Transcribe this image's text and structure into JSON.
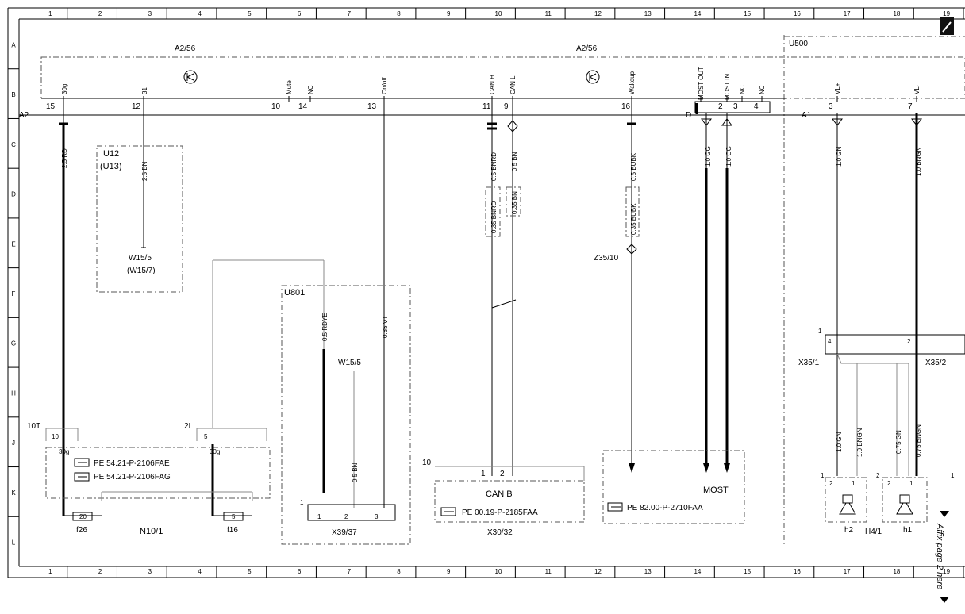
{
  "grid": {
    "columns": [
      "1",
      "2",
      "3",
      "4",
      "5",
      "6",
      "7",
      "8",
      "9",
      "10",
      "11",
      "12",
      "13",
      "14",
      "15",
      "16",
      "17",
      "18",
      "19"
    ],
    "rows": [
      "A",
      "B",
      "C",
      "D",
      "E",
      "F",
      "G",
      "H",
      "J",
      "K",
      "L"
    ]
  },
  "components": {
    "a2_56_left": "A2/56",
    "a2_56_right": "A2/56",
    "a2": "A2",
    "u500": "U500",
    "a1": "A1",
    "d": "D",
    "u12": "U12",
    "u13": "(U13)",
    "w15_5_top": "W15/5",
    "w15_7": "(W15/7)",
    "u801": "U801",
    "w15_5_mid": "W15/5",
    "z35_10": "Z35/10",
    "x35_1": "X35/1",
    "x35_2": "X35/2",
    "n10_1": "N10/1",
    "f26": "f26",
    "f16": "f16",
    "x39_37": "X39/37",
    "x30_32": "X30/32",
    "can_b": "CAN B",
    "most": "MOST",
    "h2": "h2",
    "h4_1": "H4/1",
    "h1": "h1",
    "label_10t": "10T",
    "label_2i": "2I"
  },
  "pins": {
    "p30g": "30g",
    "p31": "31",
    "mute": "Mute",
    "nc1": "NC",
    "onoff": "On/off",
    "canh": "CAN H",
    "canl": "CAN L",
    "wakeup": "Wakeup",
    "most_out": "MOST OUT",
    "most_in": "MOST IN",
    "nc2": "NC",
    "nc3": "NC",
    "vlp": "VL+",
    "vlm": "VL-",
    "n15": "15",
    "n12": "12",
    "n10": "10",
    "n14": "14",
    "n13": "13",
    "n11": "11",
    "n9": "9",
    "n16": "16",
    "n2": "2",
    "n3": "3",
    "n4": "4",
    "n3b": "3",
    "n7": "7",
    "j10": "10",
    "j5": "5",
    "j30g_a": "30g",
    "j30g_b": "30g",
    "fuse20": "20",
    "fuse5": "5",
    "x1": "1",
    "x2": "2",
    "x3": "3",
    "x1b": "1",
    "c1": "1",
    "c2": "2",
    "c10": "10",
    "g1": "1",
    "g4": "4",
    "g2": "2",
    "h2_2": "2",
    "h2_1": "1",
    "h1_2": "2",
    "h1_1": "1",
    "hk1": "1",
    "hk2": "2",
    "hk1b": "1"
  },
  "wires": {
    "w25rd": "2.5 RD",
    "w25bn": "2.5 BN",
    "w05bnrd": "0.5 BNRD",
    "w05bn": "0.5 BN",
    "w035bnrd": "0.35 BNRD",
    "w035bn": "0.35 BN",
    "w05bubk": "0.5 BUBK",
    "w035bubk": "0.35 BUBK",
    "w10gg1": "1.0 GG",
    "w10gg2": "1.0 GG",
    "w10gn": "1.0 GN",
    "w10bngn": "1.0 BNGN",
    "w05rdye": "0.5 RDYE",
    "w035vt": "0.35 VT",
    "w05bn2": "0.5 BN",
    "w10gn2": "1.0 GN",
    "w10bngn2": "1.0 BNGN",
    "w075gn": "0.75 GN",
    "w075bngn": "0.75 BNGN"
  },
  "references": {
    "pe1": "PE 54.21-P-2106FAE",
    "pe2": "PE 54.21-P-2106FAG",
    "pe3": "PE 00.19-P-2185FAA",
    "pe4": "PE 82.00-P-2710FAA"
  },
  "notes": {
    "affix": "Affix page 2 here"
  }
}
